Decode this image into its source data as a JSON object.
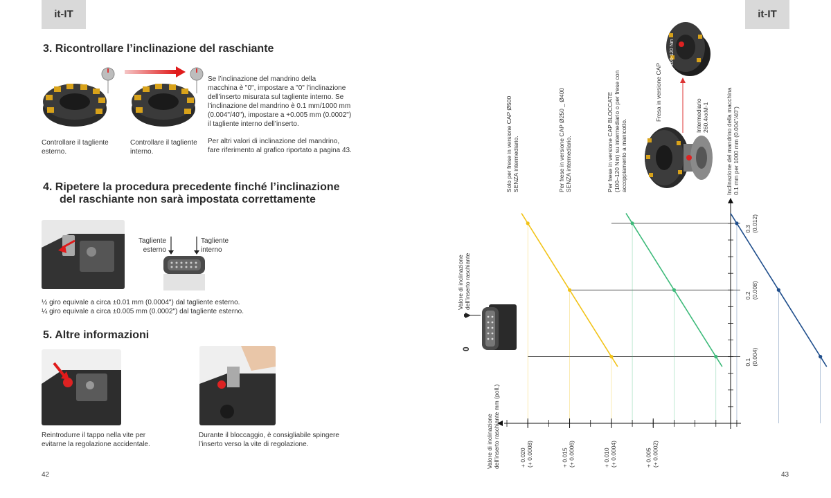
{
  "lang": "it-IT",
  "left": {
    "page_number": "42",
    "section3": {
      "title": "3.  Ricontrollare l’inclinazione del raschiante",
      "caption_external": [
        "Controllare il tagliente",
        "esterno."
      ],
      "caption_internal": [
        "Controllare il tagliente",
        "interno."
      ],
      "paragraph1": [
        "Se l’inclinazione del mandrino della",
        "macchina è \"0\", impostare a \"0\" l’inclinazione",
        "dell’inserto misurata sul tagliente interno.  Se",
        "l’inclinazione del mandrino è 0.1 mm/1000 mm",
        "(0.004\"/40\"), impostare a +0.005 mm (0.0002\")",
        "il tagliente interno dell’inserto."
      ],
      "paragraph2": [
        "Per altri valori di inclinazione del mandrino,",
        "fare riferimento al grafico riportato a pagina 43."
      ]
    },
    "section4": {
      "title_line1": "4.  Ripetere la procedura precedente finché l’inclinazione",
      "title_line2": "del raschiante non sarà impostata correttamente",
      "label_external": [
        "Tagliente",
        "esterno"
      ],
      "label_internal": [
        "Tagliente",
        "interno"
      ],
      "note1": "½ giro equivale a circa ±0.01 mm (0.0004\") dal tagliente esterno.",
      "note2": "¼ giro equivale a circa ±0.005 mm (0.0002\") dal tagliente esterno."
    },
    "section5": {
      "title": "5.  Altre informazioni",
      "caption1": [
        "Reintrodurre il tappo nella vite per",
        "evitarne la regolazione accidentale."
      ],
      "caption2": [
        "Durante il bloccaggio, è consigliabile spingere",
        "l’inserto verso la vite di regolazione."
      ]
    }
  },
  "right": {
    "page_number": "43",
    "top_labels": [
      [
        "Solo per frese in versione CAP Ø500",
        "SENZA intermediario."
      ],
      [
        "Per frese in versione CAP Ø250 _ Ø400",
        "SENZA intermediario."
      ],
      [
        "Per frese in versione CAP BLOCCATE",
        "(100–120 Nm) su intermediario o per frese con",
        "accoppiamento a manicotto."
      ]
    ],
    "cutter_label": "Fresa in versione CAP",
    "intermediate_label": [
      "Intermediario",
      "260.4xxM-1"
    ],
    "torque_text": "100-120 Nm",
    "y_axis_label": [
      "Inclinazione del mandrino della macchina",
      "0.1 mm per 1000 mm (0.004\"/40\")"
    ],
    "x_axis_label": [
      "Valore di inclinazione",
      "dell’inserto raschiante mm (poll.)"
    ],
    "insert_label": [
      "Valore di inclinazione",
      "dell’inserto raschiante"
    ],
    "zero_label": "0",
    "colors": {
      "yellow": "#f2c318",
      "green": "#3dba7a",
      "blue": "#1f4e8c"
    }
  },
  "chart_data": {
    "type": "line",
    "xlabel": "Valore di inclinazione dell’inserto raschiante mm (poll.)",
    "ylabel": "Inclinazione del mandrino della macchina 0.1 mm per 1000 mm (0.004\"/40\")",
    "x_ticks": [
      {
        "value": 0.02,
        "label": [
          "+ 0.020",
          "(+ 0.0008)"
        ]
      },
      {
        "value": 0.015,
        "label": [
          "+ 0.015",
          "(+ 0.0006)"
        ]
      },
      {
        "value": 0.01,
        "label": [
          "+ 0.010",
          "(+ 0.0004)"
        ]
      },
      {
        "value": 0.005,
        "label": [
          "+ 0.005",
          "(+ 0.0002)"
        ]
      }
    ],
    "y_ticks": [
      {
        "value": 0.1,
        "label": [
          "0.1",
          "(0.004)"
        ]
      },
      {
        "value": 0.2,
        "label": [
          "0.2",
          "(0.008)"
        ]
      },
      {
        "value": 0.3,
        "label": [
          "0.3",
          "(0.012)"
        ]
      }
    ],
    "xlim": [
      0.0225,
      -0.0055
    ],
    "ylim": [
      0,
      0.33
    ],
    "series": [
      {
        "name": "Solo per frese in versione CAP Ø500 SENZA intermediario.",
        "color": "#f2c318",
        "x": [
          0.02,
          0.015,
          0.01
        ],
        "y": [
          0.3,
          0.2,
          0.1
        ]
      },
      {
        "name": "Per frese in versione CAP Ø250 _ Ø400 SENZA intermediario.",
        "color": "#3dba7a",
        "x": [
          0.0075,
          0.0025,
          -0.0025
        ],
        "y": [
          0.3,
          0.2,
          0.1
        ]
      },
      {
        "name": "Per frese in versione CAP BLOCCATE (100–120 Nm) su intermediario o per frese con accoppiamento a manicotto.",
        "color": "#1f4e8c",
        "x": [
          -0.005,
          -0.01,
          -0.015
        ],
        "y": [
          0.3,
          0.2,
          0.1
        ]
      }
    ]
  }
}
